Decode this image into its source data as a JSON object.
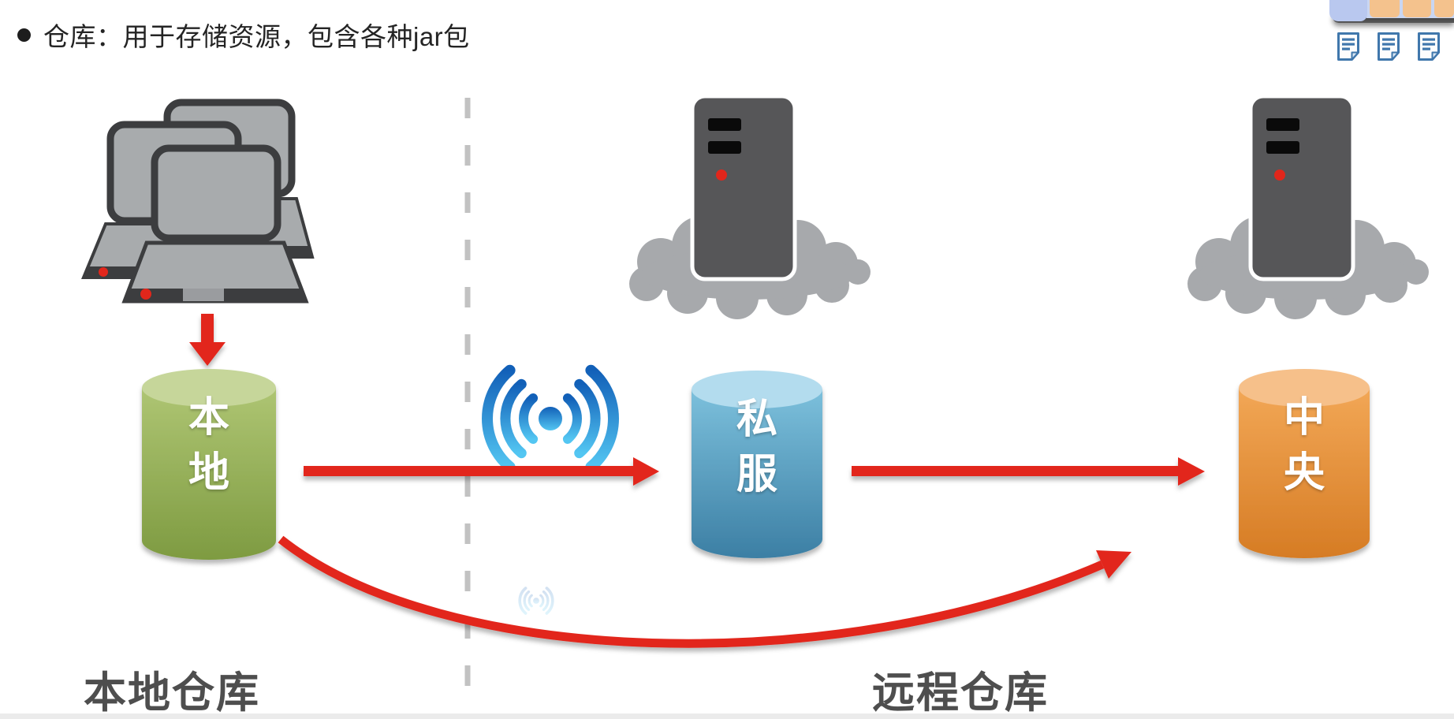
{
  "slide": {
    "bullet_text": "仓库：用于存储资源，包含各种jar包"
  },
  "toolbar": {
    "tabs": [
      "tab-blue",
      "tab-orange",
      "tab-orange",
      "tab-orange"
    ],
    "doc_icons": [
      "document-icon",
      "document-icon",
      "document-icon"
    ]
  },
  "diagram": {
    "local_repo": {
      "label": "本地",
      "caption": "本地仓库"
    },
    "private_repo": {
      "label": "私服"
    },
    "central_repo": {
      "label": "中央"
    },
    "remote_caption": "远程仓库",
    "icons": {
      "clients": "computers-stack-icon",
      "private_server": "cloud-server-icon",
      "central_server": "cloud-server-icon",
      "network": "wifi-signal-icon"
    },
    "colors": {
      "arrow_red": "#e2261b",
      "local_green": "#8ca84e",
      "private_blue": "#4f93b8",
      "central_orange": "#e08f3c",
      "caption_gray": "#4e4e4e",
      "cloud_gray": "#a7a9ac",
      "server_gray": "#565658"
    }
  }
}
